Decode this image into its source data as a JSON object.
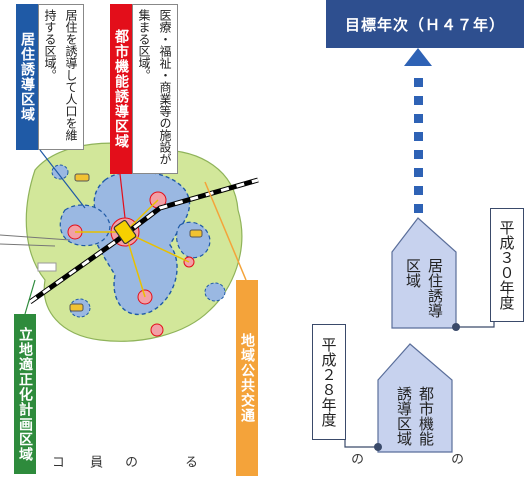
{
  "legend": {
    "residential": {
      "title": "居住誘導区域",
      "desc": "居住を誘導して人口を維持する区域。",
      "color": "#1f5aa6"
    },
    "urban_function": {
      "title": "都市機能誘導区域",
      "desc": "医療・福祉・商業等の施設が集まる区域。",
      "color": "#e30e1a"
    },
    "plan_area": {
      "title": "立地適正化計画区域",
      "color": "#2e8b3c"
    },
    "public_transit": {
      "title": "地域公共交通",
      "color": "#f4a33a"
    }
  },
  "timeline": {
    "target": "目標年次（Ｈ４７年）",
    "boxes": {
      "residential": "居住誘導区域",
      "urban": "都市機能誘導区域"
    },
    "years": {
      "h28": "平成２８年度",
      "h30": "平成３０年度"
    },
    "colors": {
      "target_bg": "#2e4f8f",
      "arrow": "#2e62b5",
      "box_fill": "#c7d2ee",
      "box_stroke": "#5a6e9a",
      "year_stroke": "#3a4a6a"
    }
  },
  "fragments": [
    "コ",
    "員",
    "の",
    "る",
    "の",
    "の"
  ]
}
